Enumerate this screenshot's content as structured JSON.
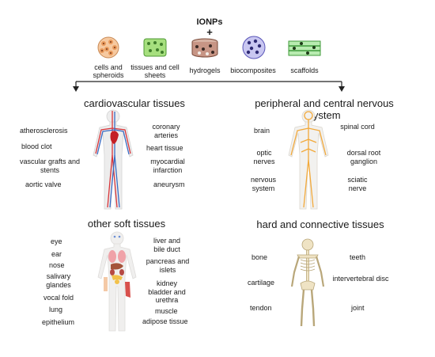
{
  "header": {
    "title": "IONPs",
    "plus": "+"
  },
  "materials": [
    {
      "label": "cells and spheroids",
      "icon": "cells-spheroids-icon"
    },
    {
      "label": "tissues and cell sheets",
      "icon": "tissue-sheet-icon"
    },
    {
      "label": "hydrogels",
      "icon": "hydrogel-icon"
    },
    {
      "label": "biocomposites",
      "icon": "biocomposite-icon"
    },
    {
      "label": "scaffolds",
      "icon": "scaffold-icon"
    }
  ],
  "sections": {
    "cardio": {
      "title": "cardiovascular tissues",
      "left": [
        "atherosclerosis",
        "blood clot",
        "vascular grafts and stents",
        "aortic valve"
      ],
      "right": [
        "coronary arteries",
        "heart tissue",
        "myocardial infarction",
        "aneurysm"
      ]
    },
    "nervous": {
      "title": "peripheral and central nervous system",
      "left": [
        "brain",
        "optic nerves",
        "nervous system"
      ],
      "right": [
        "spinal cord",
        "dorsal root ganglion",
        "sciatic nerve"
      ]
    },
    "soft": {
      "title": "other soft tissues",
      "left": [
        "eye",
        "ear",
        "nose",
        "salivary glandes",
        "vocal fold",
        "lung",
        "epithelium"
      ],
      "right": [
        "liver and bile duct",
        "pancreas and islets",
        "kidney bladder and urethra",
        "muscle",
        "adipose tissue"
      ]
    },
    "hard": {
      "title": "hard and connective tissues",
      "left": [
        "bone",
        "cartilage",
        "tendon"
      ],
      "right": [
        "teeth",
        "intervertebral disc",
        "joint"
      ]
    }
  },
  "colors": {
    "cells": "#f3b98a",
    "tissue": "#8fd46a",
    "hydrogel": "#b97a63",
    "biocomposite": "#8f8ce0",
    "scaffold": "#6fca6f",
    "artery": "#d8353a",
    "vein": "#3a6cc4",
    "nerve": "#f2a93b",
    "bone": "#eadcb8"
  }
}
